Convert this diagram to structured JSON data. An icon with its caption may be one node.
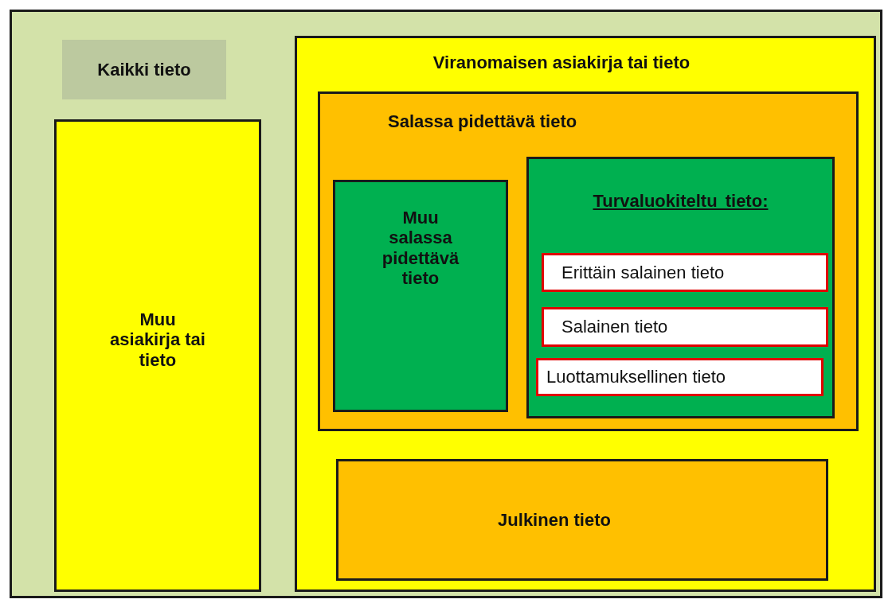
{
  "diagram": {
    "nodes": [
      {
        "text": [],
        "shape": "box"
      },
      {
        "text": [
          "Kaikki tieto"
        ],
        "in": 0
      },
      {
        "text": [
          "Muu asiakirja tai tieto"
        ],
        "in": 0
      },
      {
        "text": [
          "Viranomaisen asiakirja tai tieto"
        ],
        "in": 0
      },
      {
        "text": [
          "Salassa pidettävä tieto"
        ],
        "in": 3
      },
      {
        "text": [
          "Muu salassa pidettävä tieto"
        ],
        "in": 4
      },
      {
        "text": [
          "Turvaluokiteltu tieto:"
        ],
        "in": 4
      },
      {
        "text": [
          "Erittäin salainen tieto"
        ],
        "in": 6
      },
      {
        "text": [
          "Salainen tieto"
        ],
        "in": 6
      },
      {
        "text": [
          "Luottamuksellinen tieto"
        ],
        "in": 6
      },
      {
        "text": [
          "Julkinen tieto"
        ],
        "in": 3
      }
    ]
  }
}
